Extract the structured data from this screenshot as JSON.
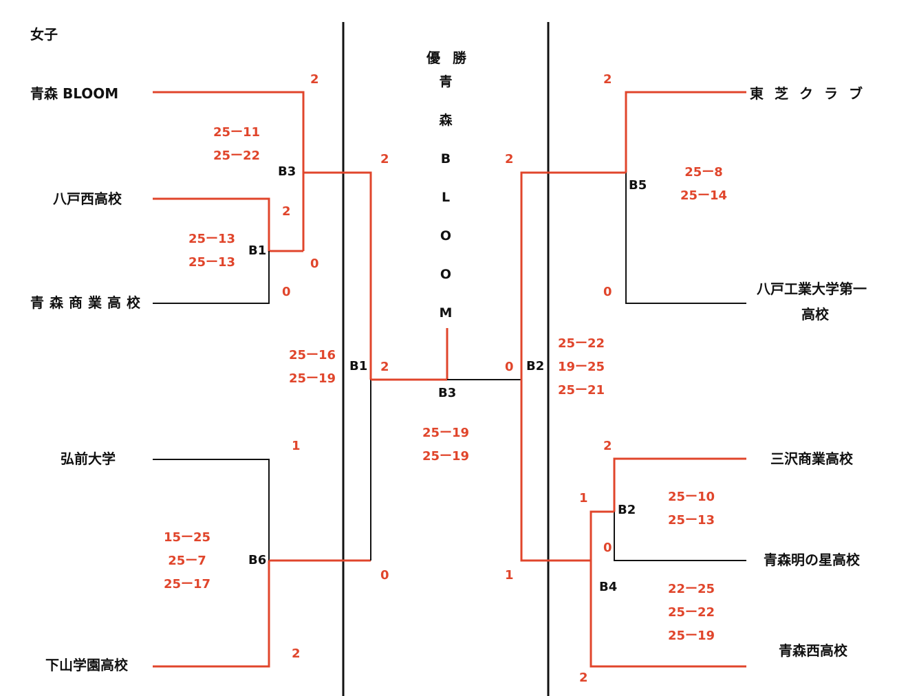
{
  "title": "女子",
  "champion": {
    "heading": "優勝",
    "name_chars": [
      "青",
      "森",
      "B",
      "L",
      "O",
      "O",
      "M"
    ]
  },
  "colors": {
    "winner": "#e0452b",
    "line": "#111111",
    "score": "#e0452b"
  },
  "teams": {
    "aomori_bloom": "青森 BLOOM",
    "hachinohe_nishi": "八戸西高校",
    "aomori_shogyo": "青森商業高校",
    "hirosaki_univ": "弘前大学",
    "shimoyama_gakuen": "下山学園高校",
    "toshiba_club": "東芝クラブ",
    "hachinohe_kogyo_line1": "八戸工業大学第一",
    "hachinohe_kogyo_line2": "高校",
    "misawa_shogyo": "三沢商業高校",
    "aomori_myonohoshi": "青森明の星高校",
    "aomori_nishi": "青森西高校"
  },
  "courts": {
    "l_b3": "B3",
    "l_b1": "B1",
    "l_b6": "B6",
    "sf_left_b1": "B1",
    "final_b3": "B3",
    "sf_right_b2": "B2",
    "r_b5": "B5",
    "r_b2": "B2",
    "r_b4": "B4"
  },
  "set_scores": {
    "m_bloom_hachinohe": [
      "25ー11",
      "25ー22"
    ],
    "m_hachinohe_shogyo": [
      "25ー13",
      "25ー13"
    ],
    "m_hirosaki_shimoyama": [
      "15ー25",
      "25ー7",
      "25ー17"
    ],
    "sf_left": [
      "25ー16",
      "25ー19"
    ],
    "final": [
      "25ー19",
      "25ー19"
    ],
    "sf_right": [
      "25ー22",
      "19ー25",
      "25ー21"
    ],
    "m_toshiba_hachinohe_kogyo": [
      "25ー8",
      "25ー14"
    ],
    "m_misawa_myonohoshi": [
      "25ー10",
      "25ー13"
    ],
    "m_r2_aomori_nishi": [
      "22ー25",
      "25ー22",
      "25ー19"
    ]
  },
  "set_wins": {
    "bloom_r1": "2",
    "shimoyama_slot_r1": "0",
    "hachinohe_r1": "2",
    "shogyo_r1": "0",
    "bloom_sf": "2",
    "shimoyama_sf": "0",
    "final_left": "2",
    "final_right": "0",
    "hirosaki_r1": "1",
    "shimoyama_r1": "2",
    "toshiba_r1": "2",
    "hachinohe_kogyo_r1": "0",
    "right_sf_top": "2",
    "right_sf_bottom": "1",
    "misawa_r1": "2",
    "myonohoshi_r1": "0",
    "b2_winner_vs_nishi": "1",
    "aomori_nishi_r2": "2"
  }
}
